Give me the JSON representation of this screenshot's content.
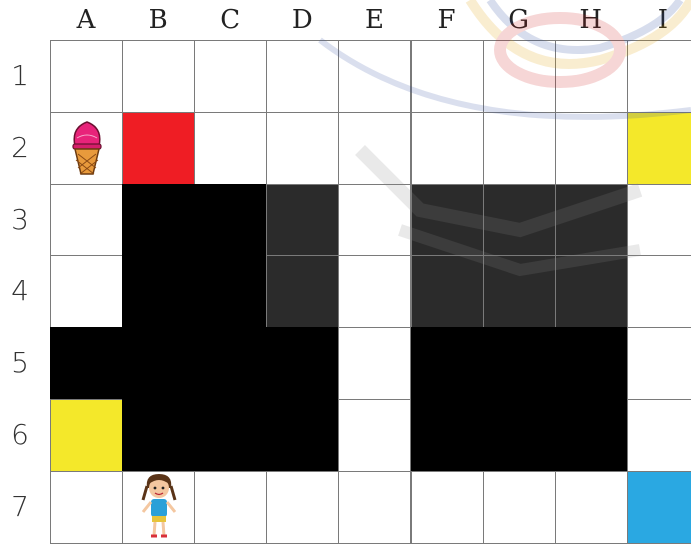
{
  "columns": [
    "A",
    "B",
    "C",
    "D",
    "E",
    "F",
    "G",
    "H",
    "I"
  ],
  "rows": [
    "1",
    "2",
    "3",
    "4",
    "5",
    "6",
    "7"
  ],
  "cells": [
    [
      "white",
      "white",
      "white",
      "white",
      "white",
      "white",
      "white",
      "white",
      "white"
    ],
    [
      "icecream",
      "red",
      "white",
      "white",
      "white",
      "white",
      "white",
      "white",
      "yellow"
    ],
    [
      "white",
      "black",
      "black",
      "shade",
      "white",
      "shade",
      "shade",
      "shade",
      "white"
    ],
    [
      "white",
      "black",
      "black",
      "shade",
      "white",
      "shade",
      "shade",
      "shade",
      "white"
    ],
    [
      "black",
      "black",
      "black",
      "black",
      "white",
      "black",
      "black",
      "black",
      "white"
    ],
    [
      "yellow",
      "black",
      "black",
      "black",
      "white",
      "black",
      "black",
      "black",
      "white"
    ],
    [
      "white",
      "kid",
      "white",
      "white",
      "white",
      "white",
      "white",
      "white",
      "blue"
    ]
  ],
  "colors": {
    "red": "#ef1d24",
    "yellow": "#f4e82a",
    "blue": "#2aa8e2",
    "black": "#000000",
    "grid_line": "#7a7a7a"
  },
  "icons": {
    "goal": "ice-cream-icon",
    "player": "child-character-icon",
    "watermark": "school-seal-watermark"
  }
}
